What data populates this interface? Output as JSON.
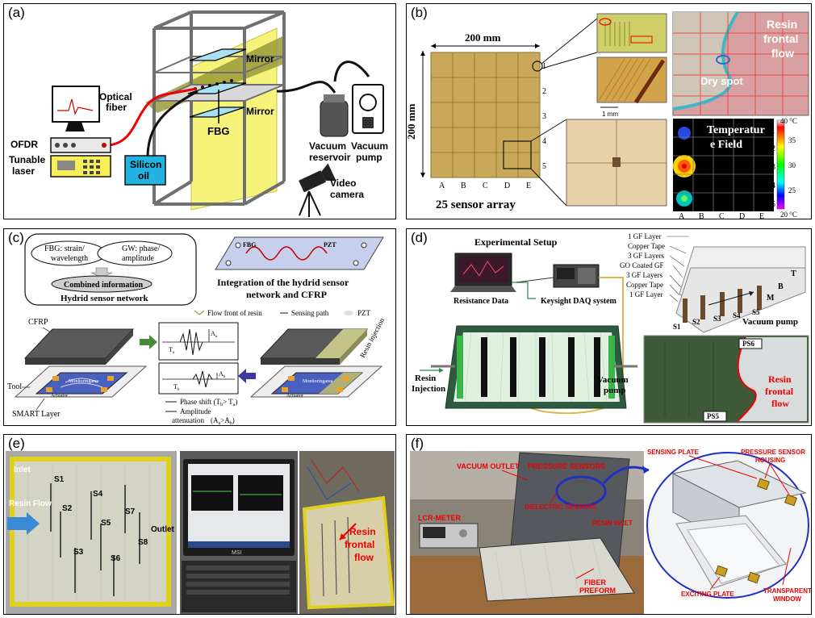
{
  "panel_a": {
    "label": "(a)",
    "mirror_top": "Mirror",
    "mirror_bottom": "Mirror",
    "optical_fiber_1": "Optical",
    "optical_fiber_2": "fiber",
    "ofdr": "OFDR",
    "tunable_1": "Tunable",
    "tunable_2": "laser",
    "fbg": "FBG",
    "silicon_1": "Silicon",
    "silicon_2": "oil",
    "vacuum_res_1": "Vacuum",
    "vacuum_res_2": "reservoir",
    "vacuum_pump_1": "Vacuum",
    "vacuum_pump_2": "pump",
    "video_1": "Video",
    "video_2": "camera"
  },
  "panel_b": {
    "label": "(b)",
    "width_label": "200 mm",
    "height_label": "200 mm",
    "array_label": "25 sensor array",
    "rows": [
      "1",
      "2",
      "3",
      "4",
      "5"
    ],
    "cols": [
      "A",
      "B",
      "C",
      "D",
      "E"
    ],
    "scale_label": "1 mm",
    "resin_1": "Resin",
    "resin_2": "frontal",
    "resin_3": "flow",
    "dry_spot": "Dry spot",
    "temp_1": "Temperatur",
    "temp_2": "e Field",
    "cbar_max": "40 °C",
    "cbar_ticks": [
      "35",
      "30",
      "25"
    ],
    "cbar_min": "20 °C"
  },
  "panel_c": {
    "label": "(c)",
    "fbg_box_1": "FBG: strain/",
    "fbg_box_2": "wavelength",
    "gw_box_1": "GW: phase/",
    "gw_box_2": "amplitude",
    "combined": "Combined information",
    "network": "Hydrid sensor network",
    "integration_1": "Integration of the hydrid sensor",
    "integration_2": "network and CFRP",
    "fbg_small": "FBG",
    "pzt_small": "PZT",
    "legend_flow": "Flow front of resin",
    "legend_path": "Sensing path",
    "legend_pzt": "PZT",
    "cfrp": "CFRP",
    "tool": "Tool",
    "smart": "SMART Layer",
    "resin_injection": "Resin injection",
    "phase_1": "Phase shift (T",
    "phase_sub_b": "b",
    "phase_2": "> T",
    "phase_sub_a": "a",
    "phase_3": ")",
    "amp_1": "Amplitude",
    "amp_2": "attenuation",
    "amp_3": "(A",
    "amp_sub_a": "a",
    "amp_4": ">A",
    "amp_sub_b": "b",
    "amp_5": ")",
    "monitoring": "Monitoringarea",
    "actuator": "Actuator",
    "ta": "T",
    "ta_sub": "a",
    "tb": "T",
    "tb_sub": "b",
    "aa": "A",
    "aa_sub": "a",
    "ab": "A",
    "ab_sub": "b"
  },
  "panel_d": {
    "label": "(d)",
    "setup": "Experimental Setup",
    "resistance": "Resistance Data",
    "daq": "Keysight DAQ system",
    "resin_1": "Resin",
    "resin_2": "Injection",
    "vacuum_1": "Vacuum",
    "vacuum_2": "pump",
    "layers": [
      "1 GF Layer",
      "Copper Tape",
      "3 GF Layers",
      "GO Coated GF",
      "3 GF Layers",
      "Copper Tape",
      "1 GF Layer"
    ],
    "t": "T",
    "b": "B",
    "m": "M",
    "s_labels": [
      "S1",
      "S2",
      "S3",
      "S4",
      "S5"
    ],
    "vacuum_pump_arrow": "Vacuum pump",
    "ps6": "PS6",
    "ps5": "PS5",
    "resin_frontal_1": "Resin",
    "resin_frontal_2": "frontal",
    "resin_frontal_3": "flow"
  },
  "panel_e": {
    "label": "(e)",
    "inlet": "Inlet",
    "resin_flow": "Resin Flow",
    "outlet": "Outlet",
    "sensors": [
      "S1",
      "S2",
      "S3",
      "S4",
      "S5",
      "S6",
      "S7",
      "S8"
    ],
    "brand": "MSI",
    "resin_1": "Resin",
    "resin_2": "frontal",
    "resin_3": "flow"
  },
  "panel_f": {
    "label": "(f)",
    "vacuum_outlet": "VACUUM OUTLET",
    "pressure_sensors": "PRESSURE SENSORS",
    "lcr": "LCR-METER",
    "dielectric": "DIELECTRIC SENSORS",
    "resin_inlet": "RESIN INLET",
    "fiber_1": "FIBER",
    "fiber_2": "PREFORM",
    "sensing_plate": "SENSING PLATE",
    "pressure_housing_1": "PRESSURE SENSOR",
    "pressure_housing_2": "HOUSING",
    "exciting_plate": "EXCITING PLATE",
    "transparent_1": "TRANSPARENT",
    "transparent_2": "WINDOW"
  }
}
